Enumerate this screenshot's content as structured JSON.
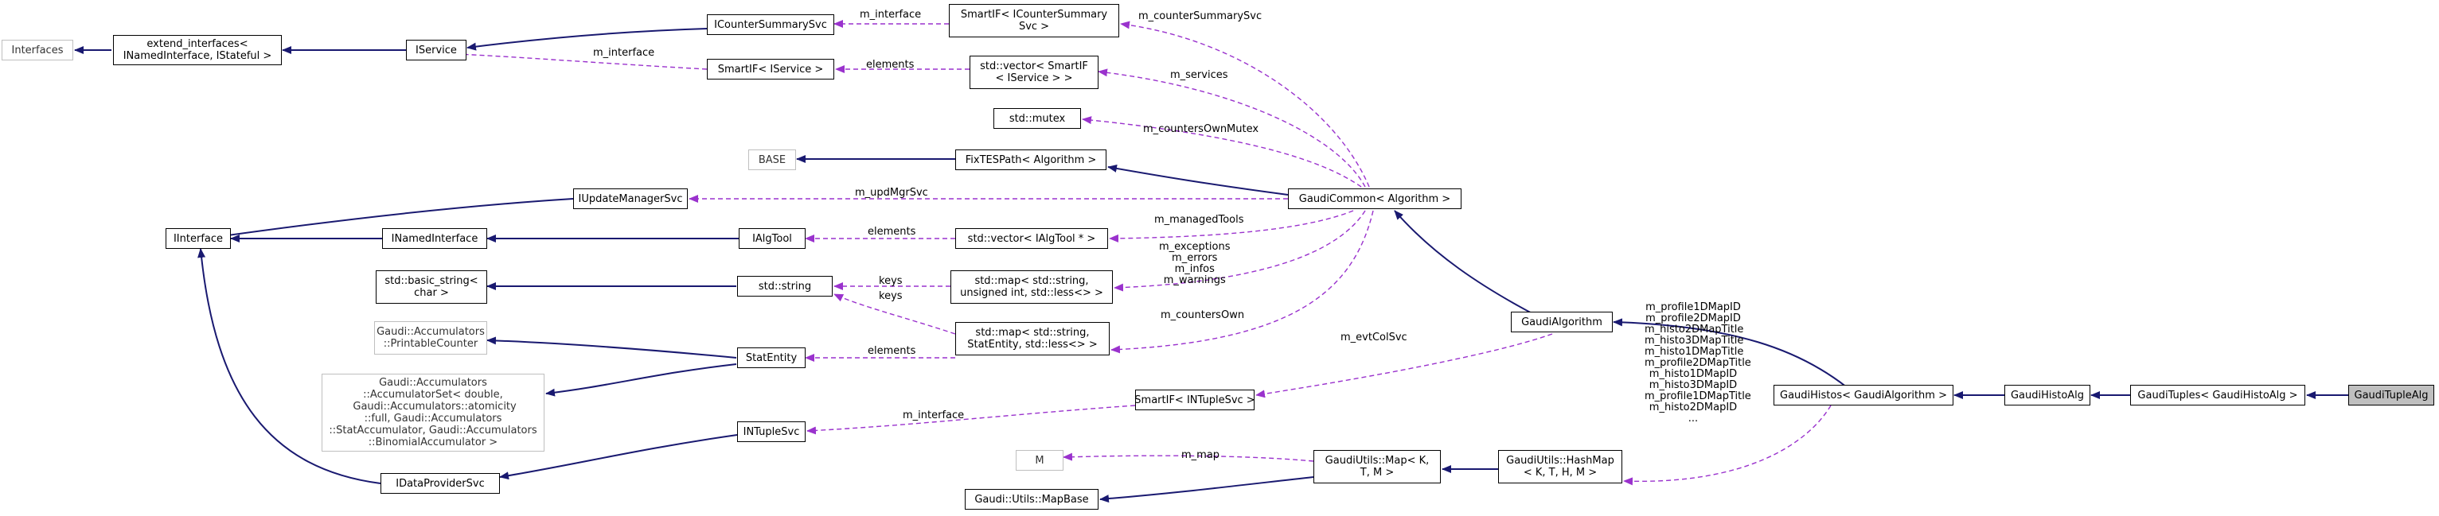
{
  "nodes": {
    "interfaces": "Interfaces",
    "extend_interfaces": "extend_interfaces<\nINamedInterface, IStateful >",
    "iservice": "IService",
    "icountersummarysvc": "ICounterSummarySvc",
    "smartif_icountersummary": "SmartIF< ICounterSummary\nSvc >",
    "smartif_iservice": "SmartIF< IService >",
    "vector_smartif": "std::vector< SmartIF\n< IService > >",
    "mutex": "std::mutex",
    "base": "BASE",
    "fixtespath": "FixTESPath< Algorithm >",
    "iupdatemanagersvc": "IUpdateManagerSvc",
    "gaudicommon": "GaudiCommon< Algorithm >",
    "iinterface": "IInterface",
    "inamedinterface": "INamedInterface",
    "ialgtool": "IAlgTool",
    "vector_ialgtool": "std::vector< IAlgTool * >",
    "basic_string": "std::basic_string<\nchar >",
    "string": "std::string",
    "map_uint": "std::map< std::string,\nunsigned int, std::less<> >",
    "printablecounter": "Gaudi::Accumulators\n::PrintableCounter",
    "statentity": "StatEntity",
    "map_statentity": "std::map< std::string,\nStatEntity, std::less<> >",
    "gaudialgorithm": "GaudiAlgorithm",
    "accumulatorset": "Gaudi::Accumulators\n::AccumulatorSet< double,\n Gaudi::Accumulators::atomicity\n::full, Gaudi::Accumulators\n::StatAccumulator, Gaudi::Accumulators\n::BinomialAccumulator >",
    "smartif_intuplesvc": "SmartIF< INTupleSvc >",
    "gaudihistos": "GaudiHistos< GaudiAlgorithm >",
    "gaudihistoalg": "GaudiHistoAlg",
    "gaudituples": "GaudiTuples< GaudiHistoAlg >",
    "gauditaplealg": "GaudiTupleAlg",
    "intuplesvc": "INTupleSvc",
    "m": "M",
    "utils_map": "GaudiUtils::Map< K,\nT, M >",
    "hashmap": "GaudiUtils::HashMap\n< K, T, H, M >",
    "idataprovidersvc": "IDataProviderSvc",
    "mapbase": "Gaudi::Utils::MapBase"
  },
  "edge_labels": {
    "m_interface_1": "m_interface",
    "m_counterSummarySvc": "m_counterSummarySvc",
    "m_interface_2": "m_interface",
    "elements_1": "elements",
    "m_services": "m_services",
    "m_countersOwnMutex": "m_countersOwnMutex",
    "m_updMgrSvc": "m_updMgrSvc",
    "m_managedTools": "m_managedTools",
    "elements_2": "elements",
    "m_exceptions_group": "m_exceptions\nm_errors\nm_infos\nm_warnings",
    "keys_1": "keys",
    "keys_2": "keys",
    "m_countersOwn": "m_countersOwn",
    "elements_3": "elements",
    "m_evtColSvc": "m_evtColSvc",
    "histo_ids": "m_profile1DMapID\nm_profile2DMapID\nm_histo2DMapTitle\nm_histo3DMapTitle\nm_histo1DMapTitle\nm_profile2DMapTitle\nm_histo1DMapID\nm_histo3DMapID\nm_profile1DMapTitle\nm_histo2DMapID\n...",
    "m_interface_3": "m_interface",
    "m_map": "m_map"
  },
  "colors": {
    "inheritance": "#191970",
    "usage": "#9a32cd",
    "highlight_fill": "#bfbfbf",
    "gray_border": "#bfbfbf"
  }
}
